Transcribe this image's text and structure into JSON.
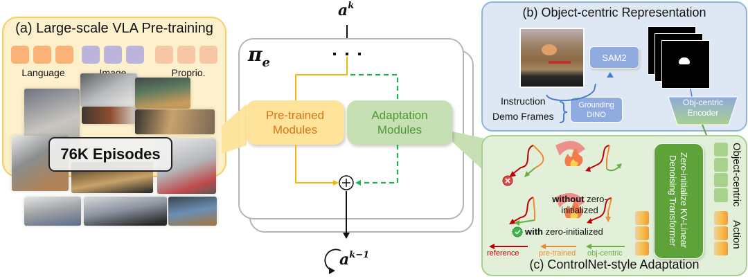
{
  "panel_a": {
    "title": "(a) Large-scale VLA Pre-training",
    "token_groups": [
      {
        "label": "Language",
        "count": 3,
        "color": "#fbb276"
      },
      {
        "label": "Image",
        "count": 3,
        "color": "#bcb5db"
      },
      {
        "label": "Proprio.",
        "count": 3,
        "color": "#f7c7a5"
      }
    ],
    "badge": "76K Episodes"
  },
  "center": {
    "policy_symbol": "π",
    "policy_subscript": "e",
    "ellipsis": "· · ·",
    "pretrained_label": "Pre-trained Modules",
    "adaptation_label": "Adaptation Modules",
    "sum_symbol": "+",
    "output_top": {
      "base": "a",
      "sup": "k"
    },
    "output_bottom": {
      "base": "a",
      "sup": "k−1"
    }
  },
  "panel_b": {
    "title": "(b) Object-centric Representation",
    "sam2": "SAM2",
    "grounding_dino": "Grounding DINO",
    "inputs": [
      "Instruction",
      "Demo Frames"
    ],
    "encoder": "Obj-centric Encoder"
  },
  "panel_c": {
    "title": "(c) ControlNet-style Adaptation",
    "without_bold": "without",
    "without_rest": " zero-initialized",
    "with_bold": "with",
    "with_rest": " zero-initialized",
    "transformer": "Zero-initialize KV-Linear Denoising Transformer",
    "object_centric_label": "Object-centric",
    "action_label": "Action",
    "legend": [
      {
        "label": "reference",
        "color": "#c00000"
      },
      {
        "label": "pre-trained",
        "color": "#f08a30"
      },
      {
        "label": "obj-centric",
        "color": "#6aae3e"
      }
    ],
    "fail_icon": "x-circle-icon",
    "success_icon": "check-circle-icon"
  },
  "colors": {
    "pretrained_line": "#f5b800",
    "adaptation_line": "#1fb050",
    "panel_a_border": "#f8cf5c",
    "panel_b_border": "#8db4dd",
    "panel_c_border": "#a8d08d"
  }
}
